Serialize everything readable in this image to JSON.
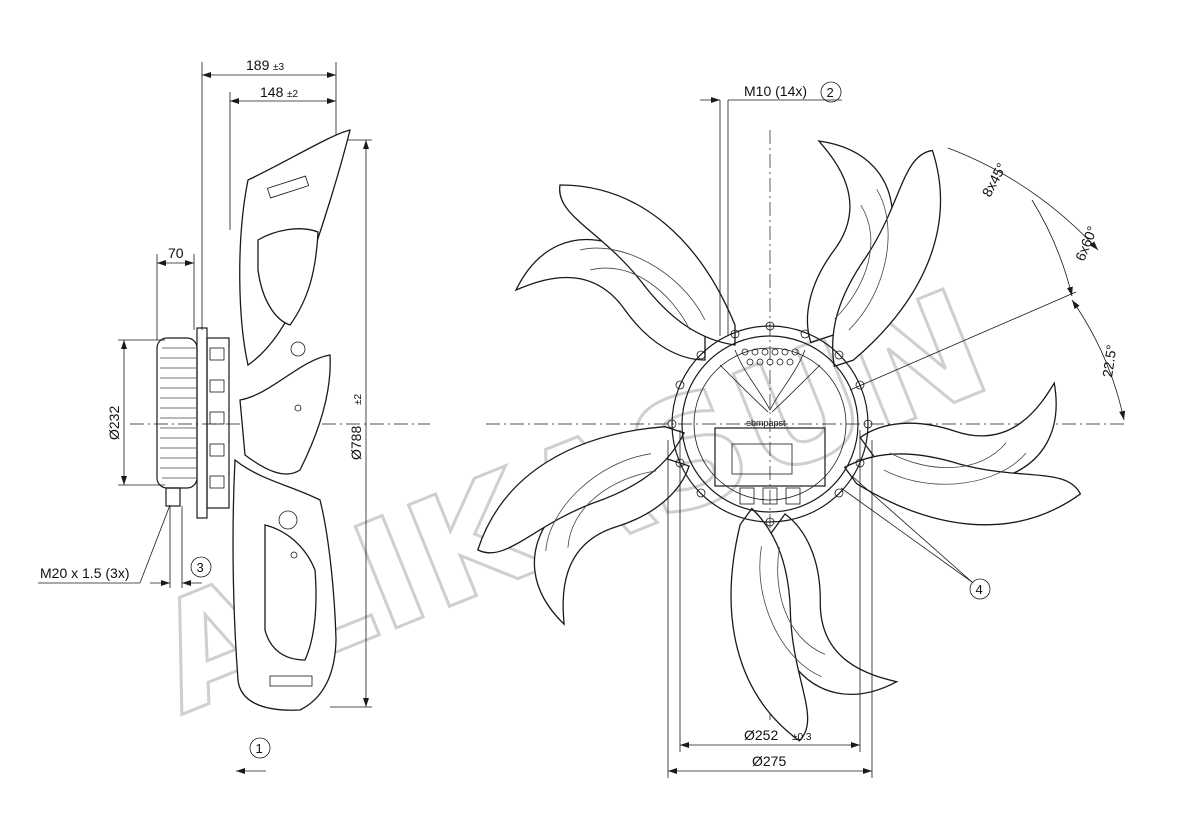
{
  "watermark": "ALIKASUN",
  "side_view": {
    "dim_overall_depth": {
      "value": "189",
      "tol": "±3"
    },
    "dim_blade_depth": {
      "value": "148",
      "tol": "±2"
    },
    "dim_motor_depth": {
      "value": "70"
    },
    "dim_motor_diameter": {
      "value": "Ø232"
    },
    "dim_fan_diameter": {
      "value": "Ø788",
      "tol": "±2"
    },
    "cable_gland_label": "M20 x 1.5 (3x)"
  },
  "front_view": {
    "screw_label": "M10 (14x)",
    "angle_8x45": "8x45°",
    "angle_6x60": "6x60°",
    "angle_22_5": "22.5°",
    "dim_bolt_circle": {
      "value": "Ø252",
      "tol": "±0.3"
    },
    "dim_flange": {
      "value": "Ø275"
    },
    "brand_mark": "ebmpapst"
  },
  "callouts": {
    "c1": "1",
    "c2": "2",
    "c3": "3",
    "c4": "4"
  }
}
